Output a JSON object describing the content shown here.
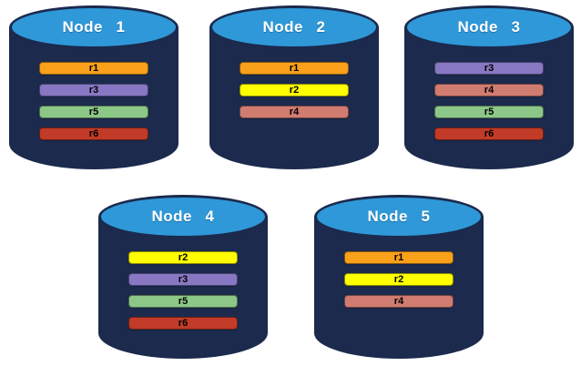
{
  "diagram": {
    "background_color": "#FFFFFF",
    "node_body_color": "#1B2A4D",
    "node_top_color": "#2F98D8",
    "node_title_color": "#FFFFFF",
    "replica_label_color": "#000000",
    "replica_colors": {
      "r1": "#F9A11B",
      "r2": "#FEFE00",
      "r3": "#8878C3",
      "r4": "#D17C70",
      "r5": "#8CC787",
      "r6": "#C13B28"
    },
    "nodes": [
      {
        "title": "Node 1",
        "replicas": [
          "r1",
          "r3",
          "r5",
          "r6"
        ]
      },
      {
        "title": "Node 2",
        "replicas": [
          "r1",
          "r2",
          "r4"
        ]
      },
      {
        "title": "Node 3",
        "replicas": [
          "r3",
          "r4",
          "r5",
          "r6"
        ]
      },
      {
        "title": "Node 4",
        "replicas": [
          "r2",
          "r3",
          "r5",
          "r6"
        ]
      },
      {
        "title": "Node 5",
        "replicas": [
          "r1",
          "r2",
          "r4"
        ]
      }
    ]
  }
}
